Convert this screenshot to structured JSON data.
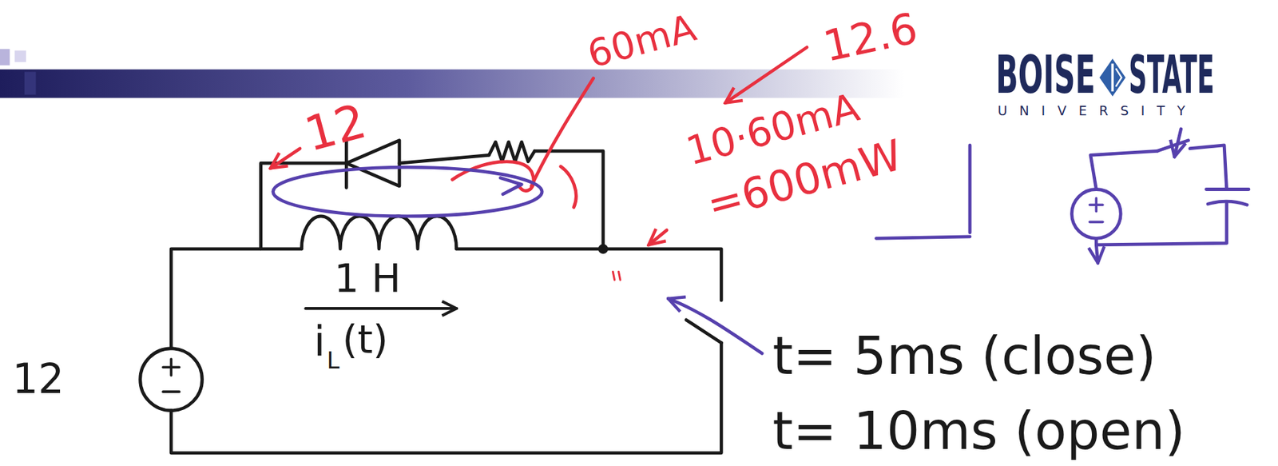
{
  "diagram": {
    "labels": [
      "12",
      "60mA",
      "12.6",
      "10·60mA",
      "=600mW",
      "1 H",
      "i",
      "L",
      "(t)",
      "12",
      "t= 5ms (close)",
      "t= 10ms (open)",
      "BOISE",
      "STATE",
      "UNIVERSITY"
    ]
  }
}
